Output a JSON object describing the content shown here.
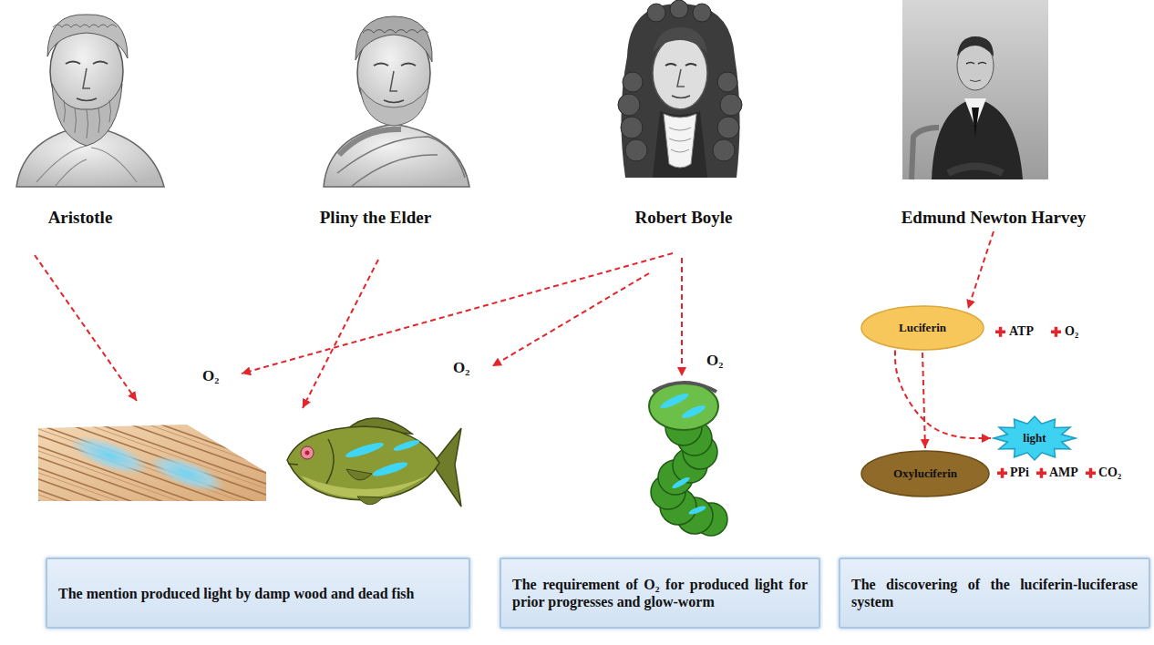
{
  "diagram": {
    "nodes": [
      {
        "text": [
          "Aristotle"
        ]
      },
      {
        "text": [
          "Pliny the Elder"
        ]
      },
      {
        "text": [
          "Robert Boyle"
        ]
      },
      {
        "text": [
          "Edmund Newton Harvey"
        ]
      },
      {
        "text": [
          "Luciferin"
        ]
      },
      {
        "text": [
          "light"
        ]
      },
      {
        "text": [
          "Oxyluciferin"
        ]
      },
      {
        "text": [
          "The mention produced light by damp wood and dead fish"
        ]
      },
      {
        "text": [
          "The requirement of O₂ for produced light for prior progresses and glow-worm"
        ]
      },
      {
        "text": [
          "The discovering of the luciferin-luciferase system"
        ]
      }
    ],
    "edges": [
      {
        "from": 3,
        "to": 4,
        "arrow": "to"
      },
      {
        "from": 4,
        "to": 5,
        "arrow": "to"
      },
      {
        "from": 4,
        "to": 6,
        "arrow": "to"
      }
    ],
    "labels": [
      "ATP",
      "O₂",
      "O₂",
      "O₂",
      "O₂",
      "PPi",
      "AMP",
      "CO₂"
    ]
  }
}
